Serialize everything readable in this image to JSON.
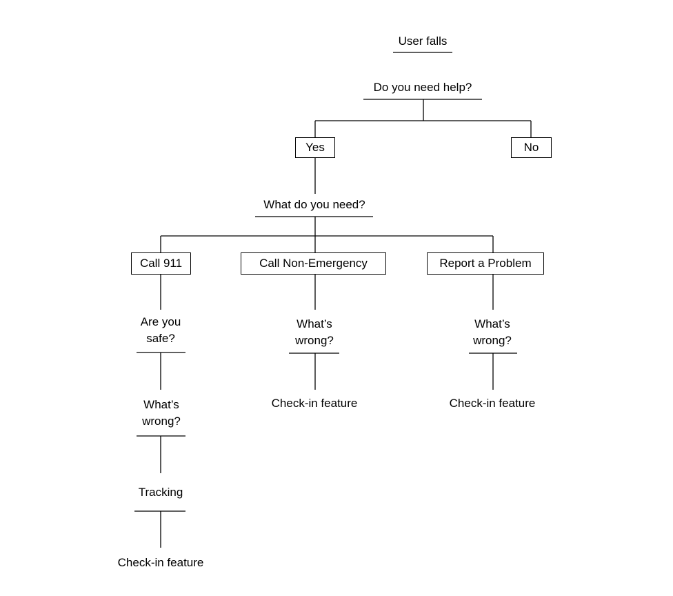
{
  "diagram": {
    "root": "User falls",
    "question_help": "Do you need help?",
    "answer_yes": "Yes",
    "answer_no": "No",
    "question_need": "What do you need?",
    "options": {
      "call_911": "Call 911",
      "call_non_emergency": "Call Non-Emergency",
      "report_problem": "Report a Problem"
    },
    "branch_911": {
      "q1_line1": "Are you",
      "q1_line2": "safe?",
      "q2_line1": "What’s",
      "q2_line2": "wrong?",
      "step3": "Tracking",
      "step4": "Check-in feature"
    },
    "branch_non_emergency": {
      "q1_line1": "What’s",
      "q1_line2": "wrong?",
      "step2": "Check-in feature"
    },
    "branch_report": {
      "q1_line1": "What’s",
      "q1_line2": "wrong?",
      "step2": "Check-in feature"
    }
  }
}
